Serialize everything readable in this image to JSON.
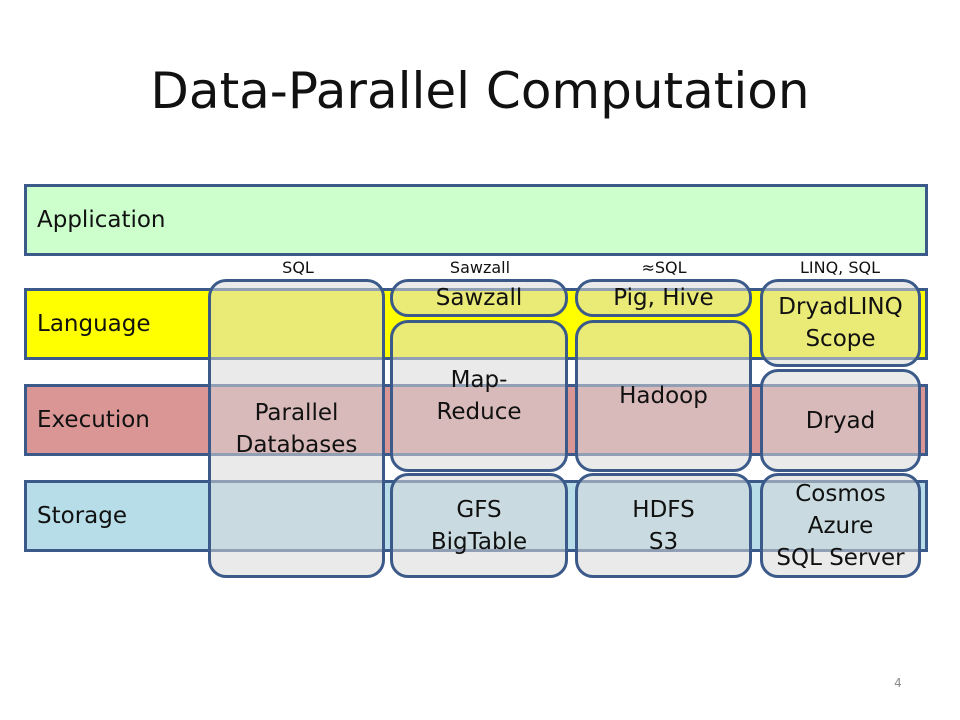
{
  "slide": {
    "title": "Data-Parallel Computation",
    "page_number": "4"
  },
  "layers": {
    "application": "Application",
    "language": "Language",
    "execution": "Execution",
    "storage": "Storage"
  },
  "columns": {
    "sql": "SQL",
    "sawzall": "Sawzall",
    "approx_sql": "≈SQL",
    "linq_sql": "LINQ, SQL"
  },
  "boxes": {
    "parallel_databases": "Parallel\nDatabases",
    "sawzall": "Sawzall",
    "mapreduce": "Map-\nReduce",
    "gfs_bigtable": "GFS\nBigTable",
    "pig_hive": "Pig, Hive",
    "hadoop": "Hadoop",
    "hdfs_s3": "HDFS\nS3",
    "dryadlinq_scope": "DryadLINQ\nScope",
    "dryad": "Dryad",
    "cosmos_azure_sqlserver": "Cosmos\nAzure\nSQL Server"
  },
  "colors": {
    "application": "#ccffcc",
    "language": "#ffff00",
    "execution": "#d99694",
    "storage": "#b7dde8",
    "box_border": "#3b5a8a"
  }
}
